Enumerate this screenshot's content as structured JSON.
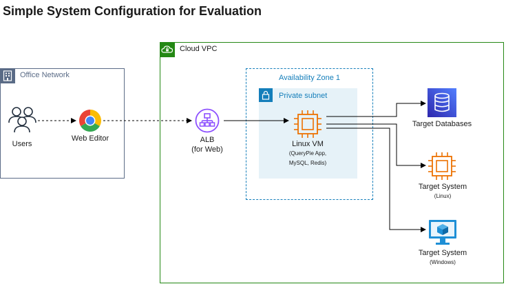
{
  "title": "Simple System Configuration for Evaluation",
  "groups": {
    "office": "Office Network",
    "vpc": "Cloud VPC",
    "az": "Availability Zone 1",
    "subnet": "Private subnet"
  },
  "nodes": {
    "users": "Users",
    "web_editor": "Web Editor",
    "alb": "ALB",
    "alb_sub": "(for Web)",
    "linux_vm": "Linux VM",
    "linux_vm_sub1": "(QueryPie App,",
    "linux_vm_sub2": "MySQL, Redis)",
    "target_db": "Target Databases",
    "target_linux": "Target System",
    "target_linux_sub": "(Linux)",
    "target_windows": "Target System",
    "target_windows_sub": "(Windows)"
  },
  "colors": {
    "office": "#5a6b86",
    "vpc": "#248814",
    "az": "#147eba",
    "alb": "#8c4fff",
    "compute": "#ed7100",
    "database": "#3b48cc",
    "windows": "#1e8fd6"
  }
}
